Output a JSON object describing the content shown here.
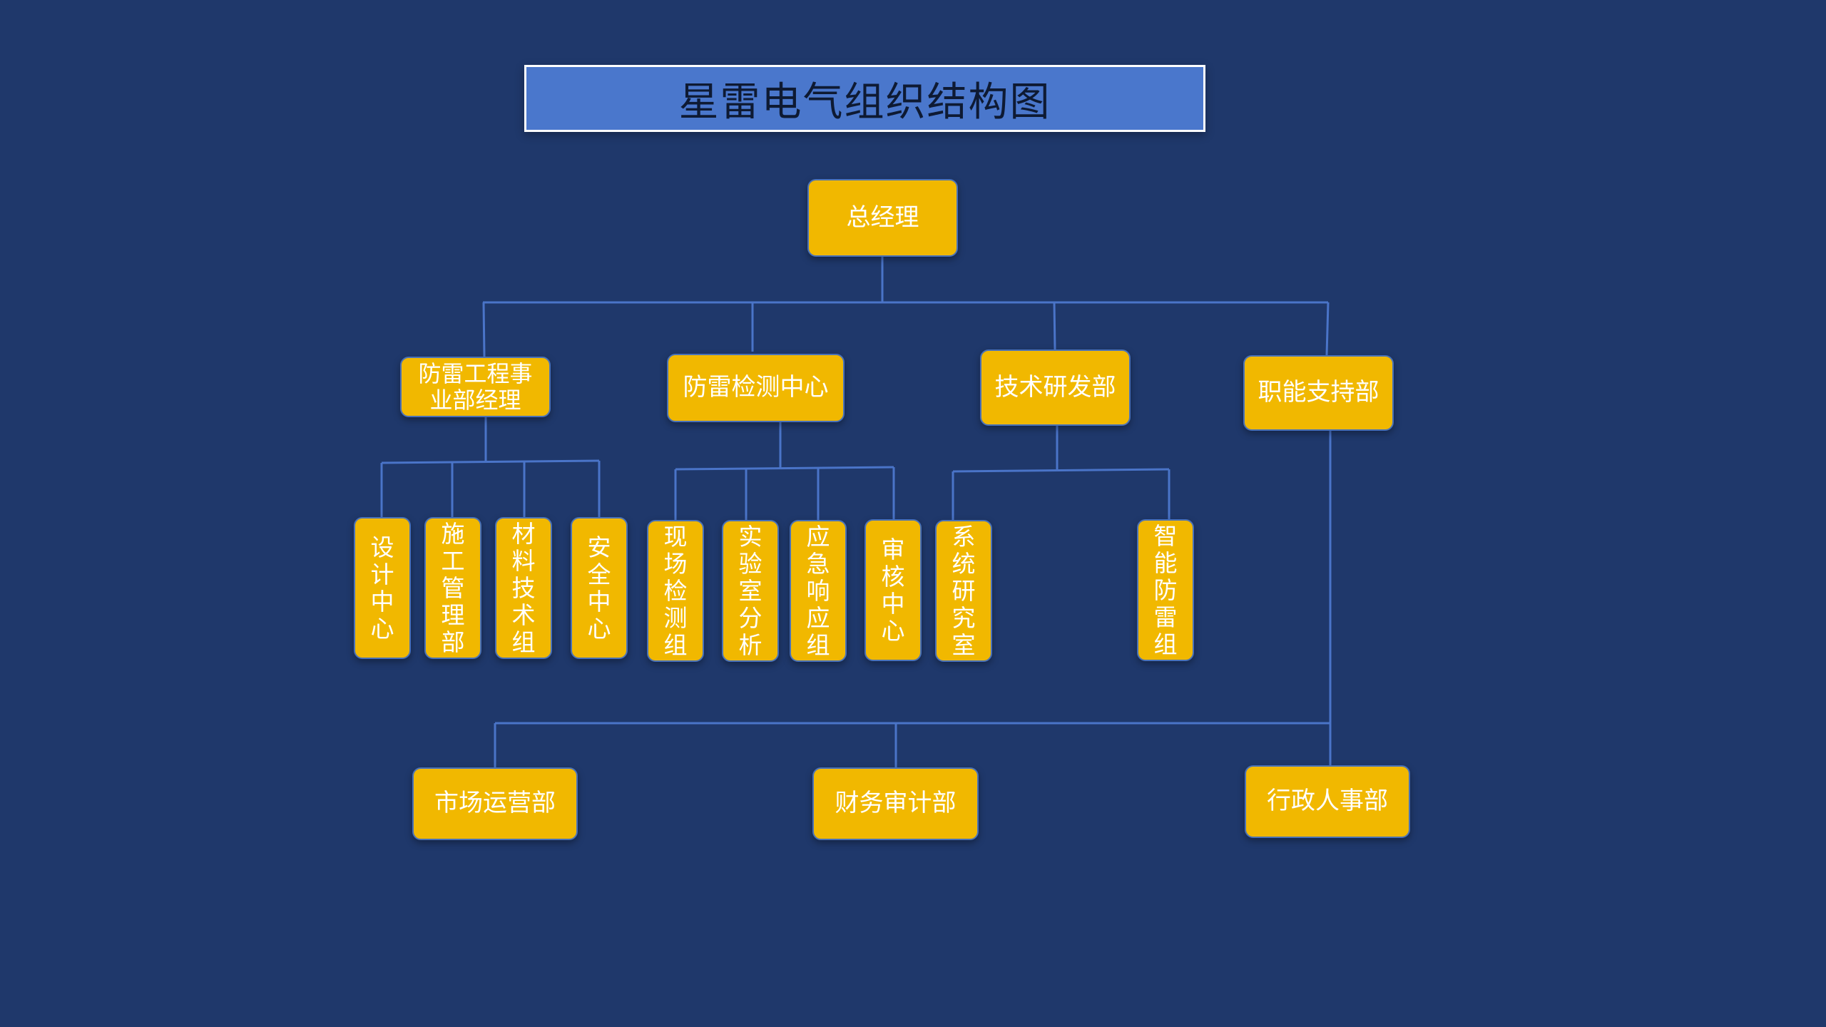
{
  "title": "星雷电气组织结构图",
  "colors": {
    "background": "#1f386b",
    "title_fill": "#4a77cc",
    "node_fill": "#f1b800",
    "node_border": "#4a72b8",
    "connector": "#4a74c8",
    "node_text": "#ffffff",
    "title_text": "#0e1a33"
  },
  "nodes": {
    "ceo": "总经理",
    "lightning_engineering_manager": "防雷工程事业部经理",
    "lightning_testing_center": "防雷检测中心",
    "tech_rd": "技术研发部",
    "functional_support": "职能支持部",
    "design_center": "设计中心",
    "construction_mgmt": "施工管理部",
    "materials_tech": "材料技术组",
    "safety_center": "安全中心",
    "field_testing": "现场检测组",
    "lab_analysis": "实验室分析",
    "emergency_response": "应急响应组",
    "review_center": "审核中心",
    "system_research": "系统研究室",
    "smart_lightning": "智能防雷组",
    "market_operations": "市场运营部",
    "finance_audit": "财务审计部",
    "admin_hr": "行政人事部"
  }
}
